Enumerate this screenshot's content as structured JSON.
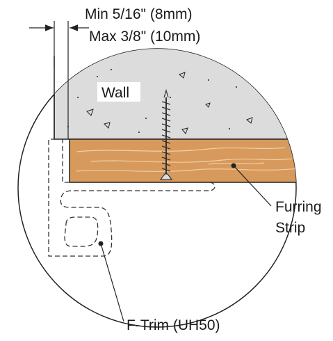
{
  "dimension": {
    "min_label": "Min 5/16\" (8mm)",
    "max_label": "Max 3/8\" (10mm)"
  },
  "labels": {
    "wall": "Wall",
    "furring_line1": "Furring",
    "furring_line2": "Strip",
    "ftrim": "F-Trim (UH50)"
  },
  "colors": {
    "concrete": "#dcdcdc",
    "wood": "#d79a5c",
    "wood_grain": "#f2cfa6",
    "outline": "#222222",
    "screw": "#444444"
  }
}
